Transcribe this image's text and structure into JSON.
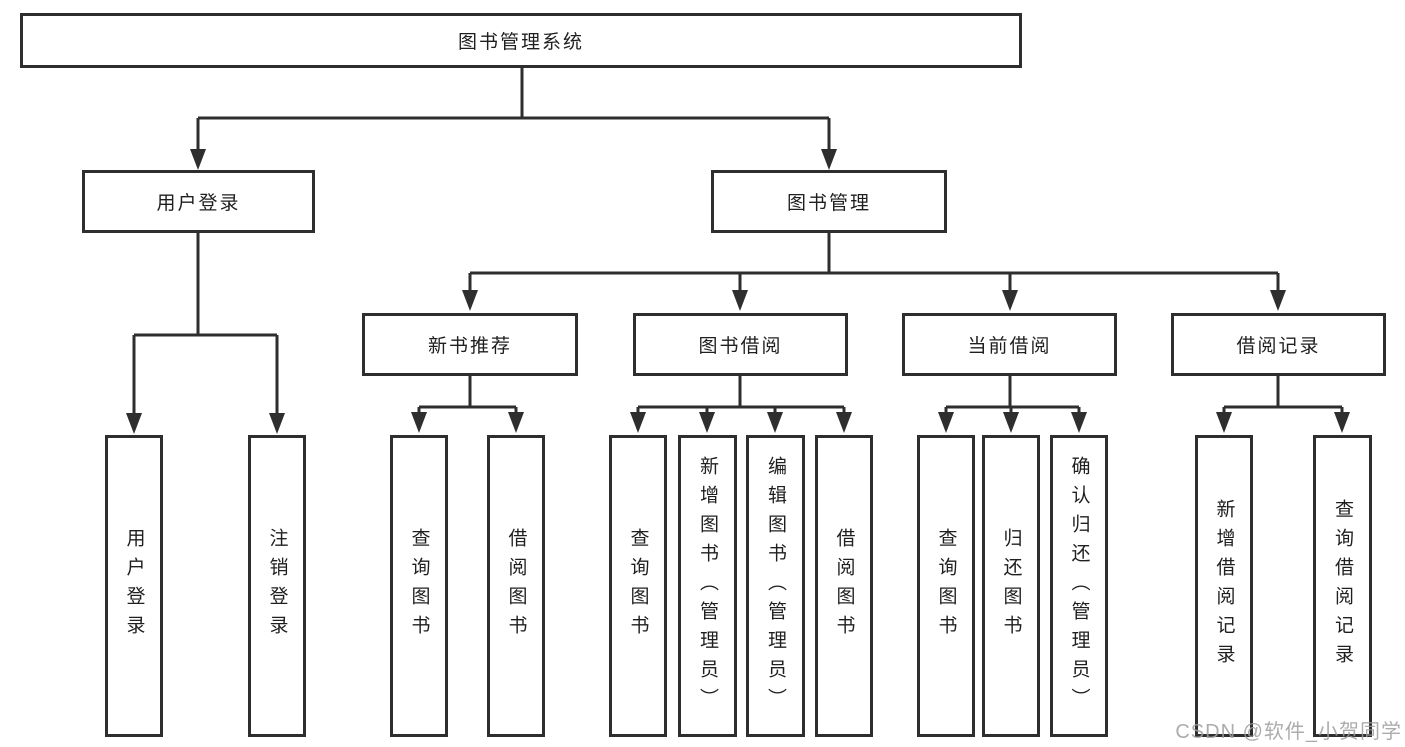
{
  "root": {
    "label": "图书管理系统"
  },
  "branches": [
    {
      "label": "用户登录",
      "children": [
        {
          "label": "用户登录"
        },
        {
          "label": "注销登录"
        }
      ]
    },
    {
      "label": "图书管理",
      "children": [
        {
          "label": "新书推荐",
          "children": [
            {
              "label": "查询图书"
            },
            {
              "label": "借阅图书"
            }
          ]
        },
        {
          "label": "图书借阅",
          "children": [
            {
              "label": "查询图书"
            },
            {
              "label": "新增图书（管理员）"
            },
            {
              "label": "编辑图书（管理员）"
            },
            {
              "label": "借阅图书"
            }
          ]
        },
        {
          "label": "当前借阅",
          "children": [
            {
              "label": "查询图书"
            },
            {
              "label": "归还图书"
            },
            {
              "label": "确认归还（管理员）"
            }
          ]
        },
        {
          "label": "借阅记录",
          "children": [
            {
              "label": "新增借阅记录"
            },
            {
              "label": "查询借阅记录"
            }
          ]
        }
      ]
    }
  ],
  "watermark": {
    "text": "CSDN @软件_小贺同学"
  },
  "colors": {
    "line": "#2e2e2e",
    "box_border": "#2e2e2e",
    "box_fill": "#ffffff",
    "text": "#1f1f1f",
    "watermark": "#9e9e9e",
    "background": "#ffffff"
  }
}
